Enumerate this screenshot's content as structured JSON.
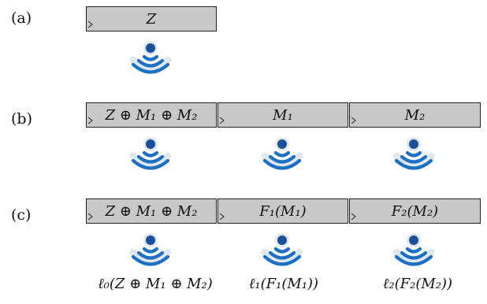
{
  "rows": [
    {
      "label": "(a)",
      "blocks": [
        {
          "text": "Z"
        }
      ]
    },
    {
      "label": "(b)",
      "blocks": [
        {
          "text": "Z ⊕ M₁ ⊕ M₂"
        },
        {
          "text": "M₁"
        },
        {
          "text": "M₂"
        }
      ]
    },
    {
      "label": "(c)",
      "blocks": [
        {
          "text": "Z ⊕ M₁ ⊕ M₂"
        },
        {
          "text": "F₁(M₁)"
        },
        {
          "text": "F₂(M₂)"
        }
      ],
      "captions": [
        "ℓ₀(Z ⊕ M₁ ⊕ M₂)",
        "ℓ₁(F₁(M₁))",
        "ℓ₂(F₂(M₂))"
      ]
    }
  ],
  "colors": {
    "block_fill": "#c8c8c8",
    "block_border": "#222222",
    "icon_blue": "#1d6fc4",
    "icon_dark": "#0d3f8a"
  },
  "icon_name": "wireless-broadcast-icon"
}
